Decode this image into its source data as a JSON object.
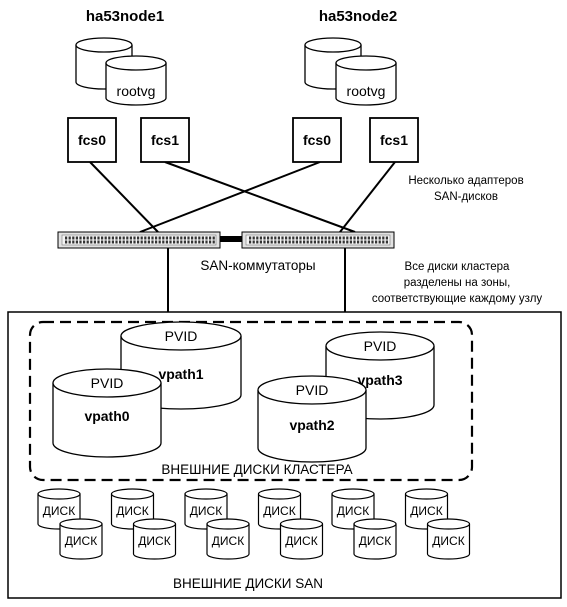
{
  "nodes": [
    {
      "name": "ha53node1",
      "volume_group": "rootvg",
      "adapters": [
        "fcs0",
        "fcs1"
      ]
    },
    {
      "name": "ha53node2",
      "volume_group": "rootvg",
      "adapters": [
        "fcs0",
        "fcs1"
      ]
    }
  ],
  "notes": {
    "adapters": [
      "Несколько адаптеров",
      "SAN-дисков"
    ],
    "zoning": [
      "Все диски кластера",
      "разделены на зоны,",
      "соответствующие каждому узлу"
    ]
  },
  "switch_label": "SAN-коммутаторы",
  "cluster_disks": {
    "pvid_label": "PVID",
    "disks": [
      "vpath1",
      "vpath0",
      "vpath3",
      "vpath2"
    ],
    "caption": "ВНЕШНИЕ ДИСКИ КЛАСТЕРА"
  },
  "san_disks": {
    "disk_label": "ДИСК",
    "count": 12,
    "caption": "ВНЕШНИЕ ДИСКИ SAN"
  }
}
